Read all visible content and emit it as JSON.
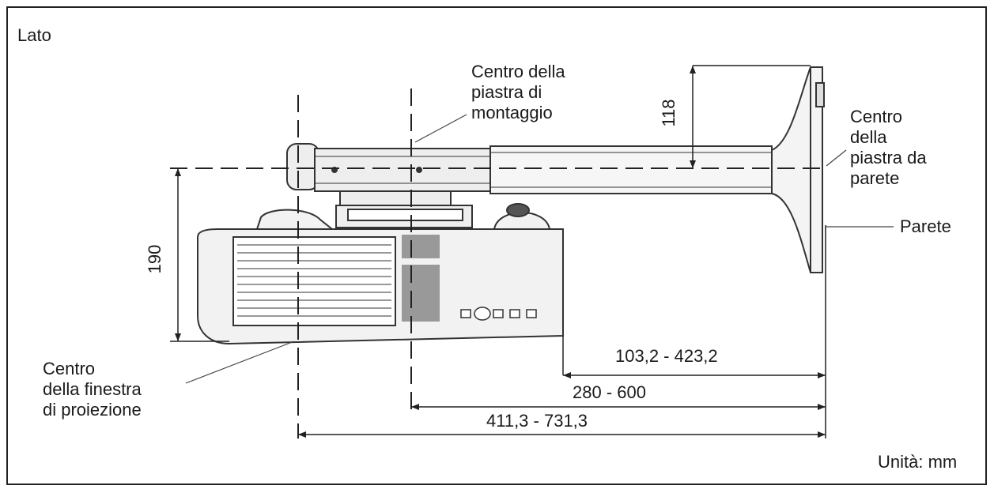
{
  "title": "Lato",
  "labels": {
    "mount_plate_center": [
      "Centro della",
      "piastra di",
      "montaggio"
    ],
    "wall_plate_center": [
      "Centro",
      "della",
      "piastra da",
      "parete"
    ],
    "wall": "Parete",
    "projection_window_center": [
      "Centro",
      "della finestra",
      "di proiezione"
    ]
  },
  "dimensions": {
    "vertical_top": "118",
    "vertical_side": "190",
    "range_1": "103,2 - 423,2",
    "range_2": "280 - 600",
    "range_3": "411,3 - 731,3"
  },
  "unit": "Unità: mm"
}
